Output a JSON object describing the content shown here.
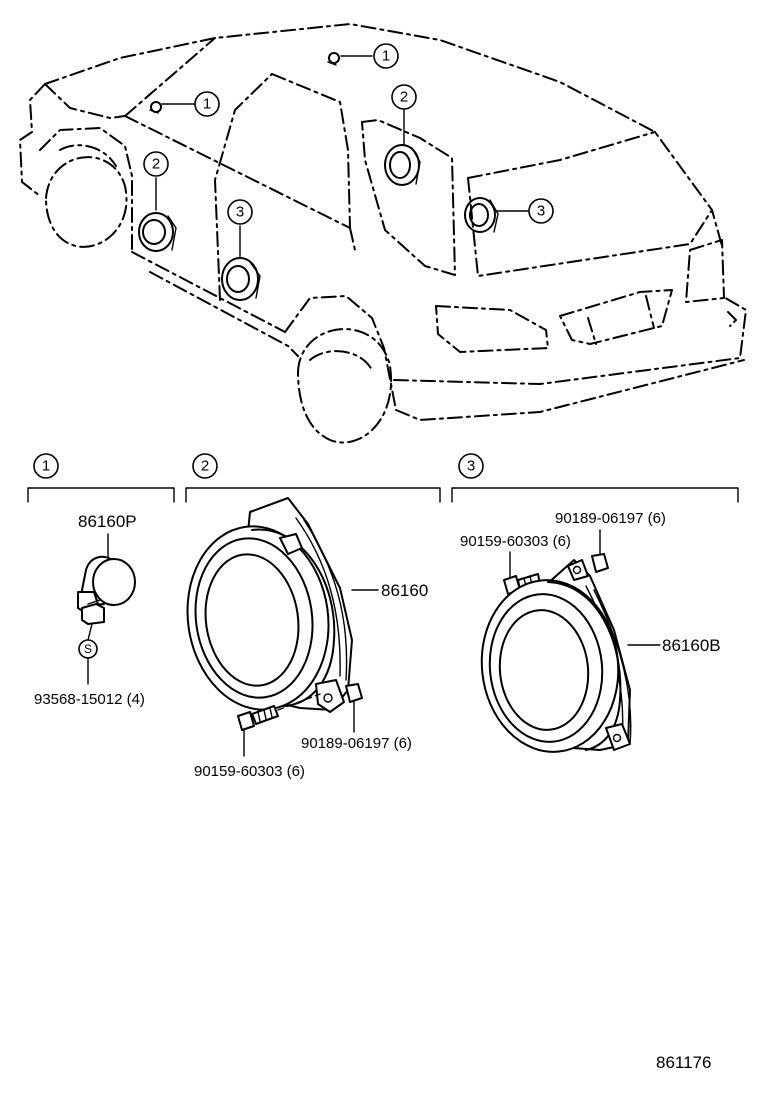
{
  "callouts": {
    "one": "1",
    "two": "2",
    "three": "3"
  },
  "sections": [
    {
      "number": "1"
    },
    {
      "number": "2"
    },
    {
      "number": "3"
    }
  ],
  "parts": {
    "s1_speaker": "86160P",
    "s1_screw": "93568-15012 (4)",
    "s1_screw_symbol": "S",
    "s2_speaker": "86160",
    "s2_nut": "90189-06197 (6)",
    "s2_bolt": "90159-60303 (6)",
    "s3_nut": "90189-06197 (6)",
    "s3_bolt": "90159-60303 (6)",
    "s3_speaker": "86160B"
  },
  "diagram_id": "861176"
}
